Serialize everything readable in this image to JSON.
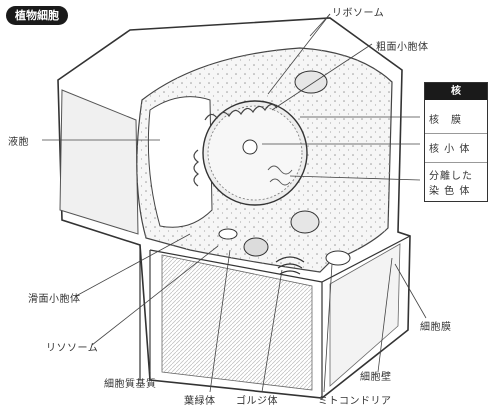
{
  "title_badge": "植物細胞",
  "legend": {
    "header": "核",
    "items": [
      "核　膜",
      "核 小 体",
      "分離した",
      "染 色 体"
    ]
  },
  "labels": {
    "ribosome": "リボソーム",
    "rough_er": "粗面小胞体",
    "vacuole": "液胞",
    "smooth_er": "滑面小胞体",
    "lysosome": "リソソーム",
    "cytoplasmic_matrix": "細胞質基質",
    "chloroplast": "葉緑体",
    "golgi": "ゴルジ体",
    "mitochondria": "ミトコンドリア",
    "cell_wall": "細胞壁",
    "cell_membrane": "細胞膜"
  }
}
